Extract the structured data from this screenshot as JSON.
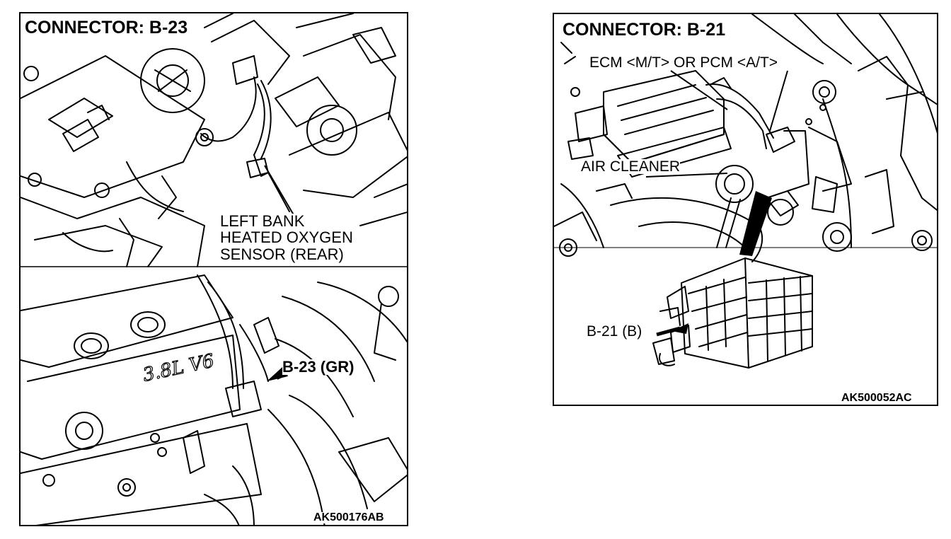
{
  "left_panel": {
    "title": "CONNECTOR: B-23",
    "sensor_label_line1": "LEFT BANK",
    "sensor_label_line2": "HEATED OXYGEN",
    "sensor_label_line3": "SENSOR (REAR)",
    "connector_callout": "B-23 (GR)",
    "engine_cover_text": "3.8L V6",
    "figure_code": "AK500176AB"
  },
  "right_panel": {
    "title": "CONNECTOR: B-21",
    "module_label": "ECM <M/T> OR PCM <A/T>",
    "air_cleaner_label": "AIR CLEANER",
    "connector_callout": "B-21 (B)",
    "figure_code": "AK500052AC"
  }
}
